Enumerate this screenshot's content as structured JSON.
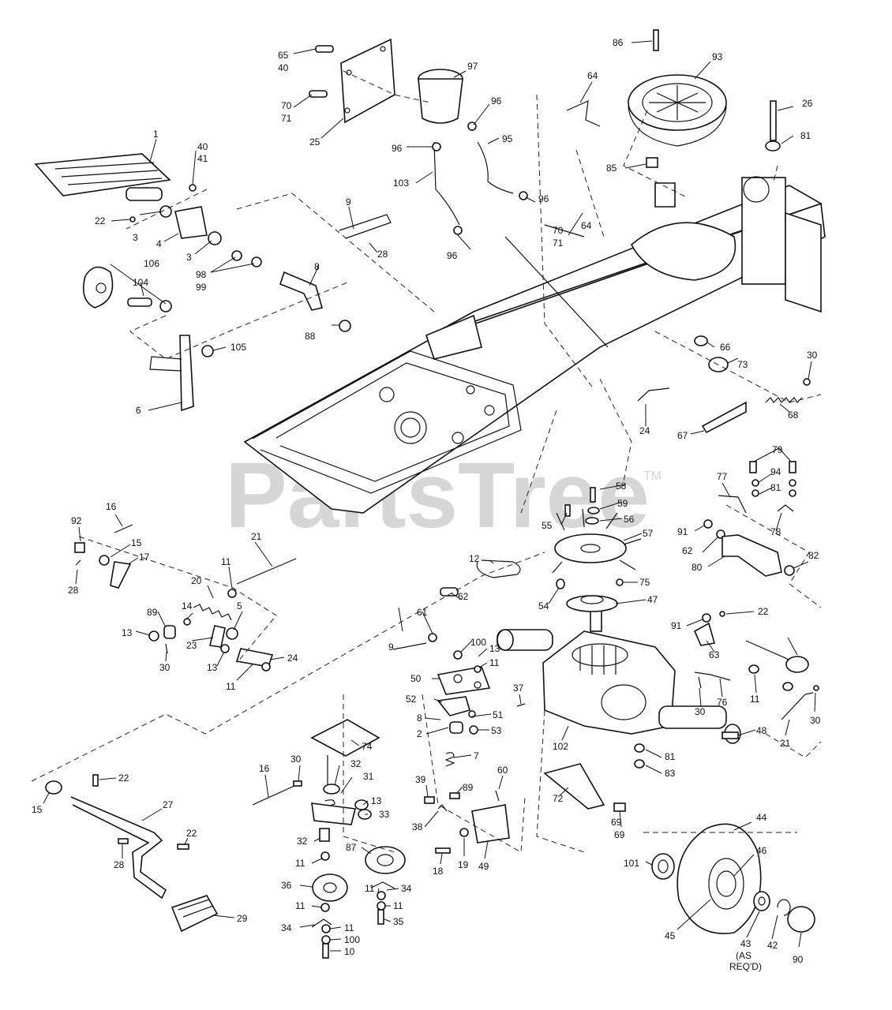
{
  "watermark": {
    "text": "PartsTree",
    "mark": "TM"
  },
  "callouts": {
    "c1": "1",
    "c2": "2",
    "c3a": "3",
    "c3b": "3",
    "c4": "4",
    "c5": "5",
    "c6": "6",
    "c7": "7",
    "c8": "8",
    "c9a": "9",
    "c9b": "9",
    "c10": "10",
    "c11a": "11",
    "c11b": "11",
    "c11c": "11",
    "c11d": "11",
    "c11e": "11",
    "c11f": "11",
    "c11g": "11",
    "c11h": "11",
    "c12": "12",
    "c13a": "13",
    "c13b": "13",
    "c13c": "13",
    "c13d": "13",
    "c14": "14",
    "c15a": "15",
    "c15b": "15",
    "c16a": "16",
    "c16b": "16",
    "c17": "17",
    "c18": "18",
    "c19": "19",
    "c20": "20",
    "c21a": "21",
    "c21b": "21",
    "c22a": "22",
    "c22b": "22",
    "c22c": "22",
    "c22d": "22",
    "c23": "23",
    "c24a": "24",
    "c24b": "24",
    "c25": "25",
    "c26": "26",
    "c27": "27",
    "c28a": "28",
    "c28b": "28",
    "c28c": "28",
    "c29": "29",
    "c30a": "30",
    "c30b": "30",
    "c30c": "30",
    "c30d": "30",
    "c30e": "30",
    "c31": "31",
    "c32a": "32",
    "c32b": "32",
    "c33": "33",
    "c34a": "34",
    "c34b": "34",
    "c35": "35",
    "c36": "36",
    "c37": "37",
    "c38": "38",
    "c39": "39",
    "c40a": "40",
    "c40b": "40",
    "c41": "41",
    "c42": "42",
    "c43": "43",
    "c43note": "(AS",
    "c43note2": "REQ'D)",
    "c44": "44",
    "c45": "45",
    "c46": "46",
    "c47": "47",
    "c48": "48",
    "c49": "49",
    "c50": "50",
    "c51": "51",
    "c52": "52",
    "c53": "53",
    "c54": "54",
    "c55": "55",
    "c56": "56",
    "c57": "57",
    "c58": "58",
    "c59": "59",
    "c60": "60",
    "c61": "61",
    "c62a": "62",
    "c62b": "62",
    "c63": "63",
    "c64a": "64",
    "c64b": "64",
    "c65": "65",
    "c66": "66",
    "c67": "67",
    "c68": "68",
    "c69a": "69",
    "c69b": "69",
    "c70a": "70",
    "c70b": "70",
    "c71a": "71",
    "c71b": "71",
    "c72": "72",
    "c73": "73",
    "c74": "74",
    "c75": "75",
    "c76": "76",
    "c77": "77",
    "c78": "78",
    "c79": "79",
    "c80": "80",
    "c81a": "81",
    "c81b": "81",
    "c81c": "81",
    "c82": "82",
    "c83": "83",
    "c85": "85",
    "c86": "86",
    "c87": "87",
    "c88": "88",
    "c89a": "89",
    "c89b": "89",
    "c90": "90",
    "c91a": "91",
    "c91b": "91",
    "c92": "92",
    "c93": "93",
    "c94": "94",
    "c95": "95",
    "c96a": "96",
    "c96b": "96",
    "c96c": "96",
    "c96d": "96",
    "c97": "97",
    "c98": "98",
    "c99": "99",
    "c100a": "100",
    "c100b": "100",
    "c101": "101",
    "c102": "102",
    "c103": "103",
    "c104": "104",
    "c105": "105",
    "c106": "106"
  }
}
